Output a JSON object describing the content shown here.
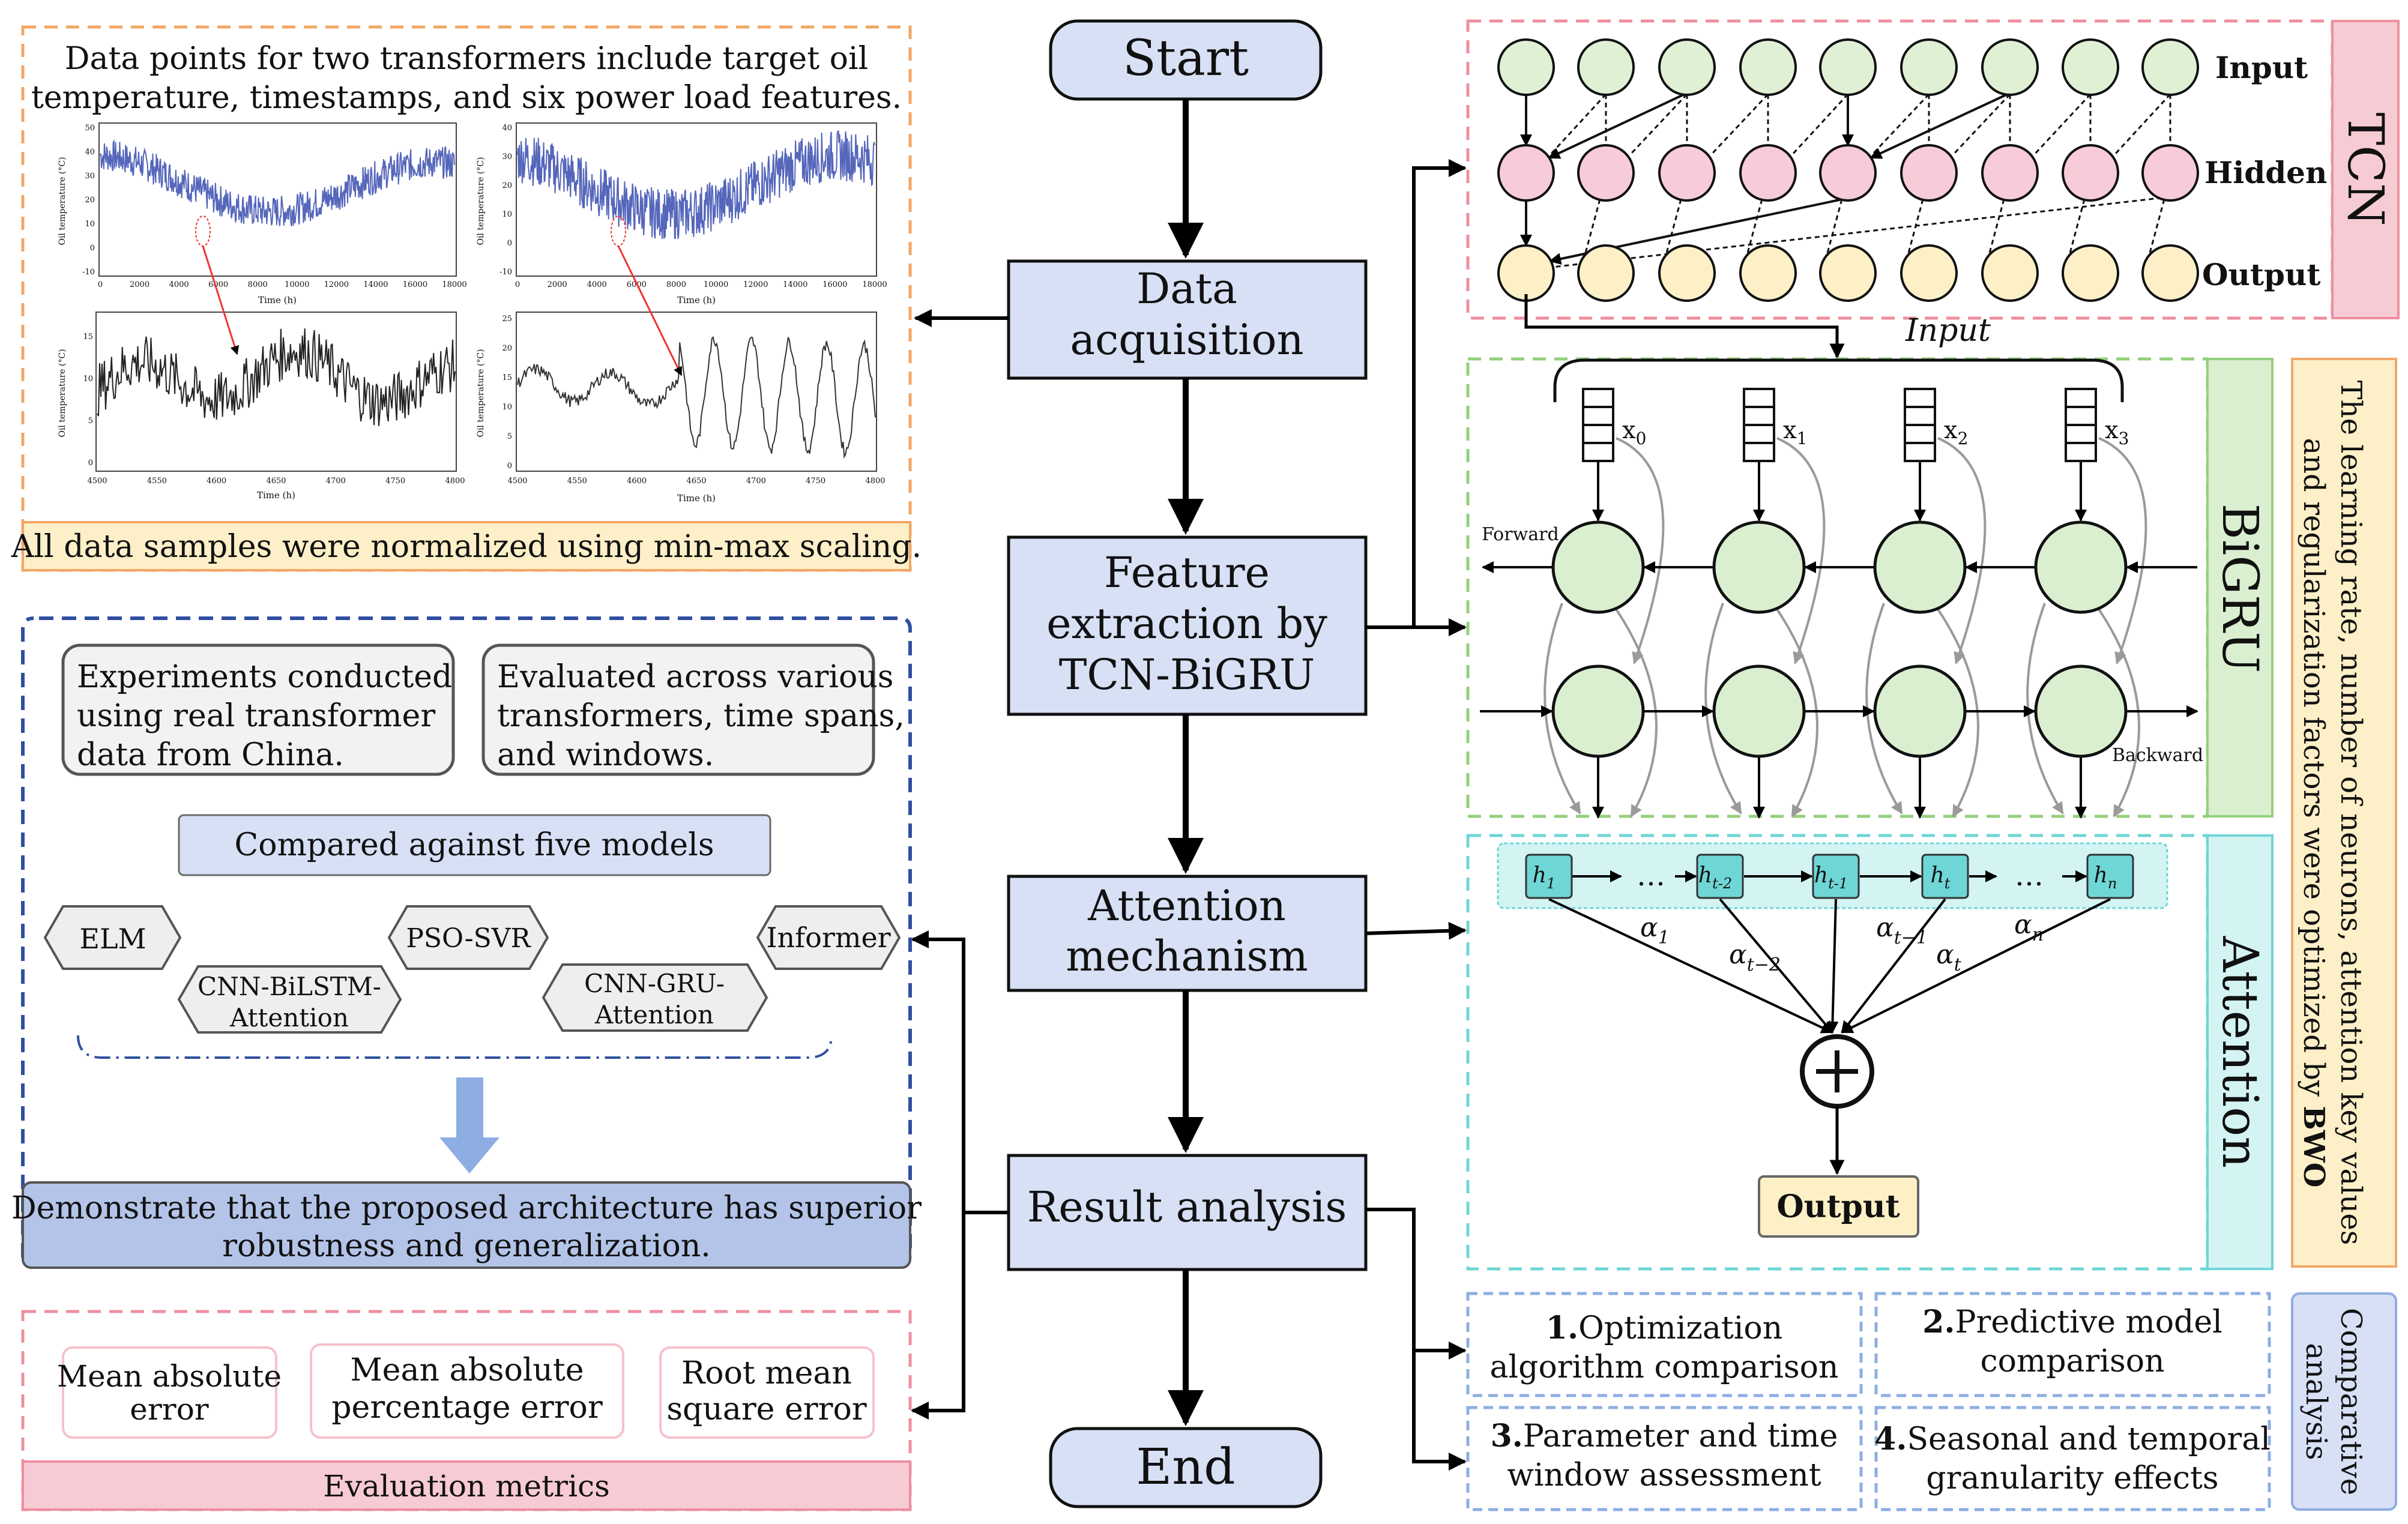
{
  "flow": {
    "start": "Start",
    "data_acq": [
      "Data",
      "acquisition"
    ],
    "feature": [
      "Feature",
      "extraction by",
      "TCN-BiGRU"
    ],
    "attention": [
      "Attention",
      "mechanism"
    ],
    "result": "Result analysis",
    "end": "End"
  },
  "data_panel": {
    "title": [
      "Data points for two transformers include target oil",
      "temperature, timestamps, and six power load features."
    ],
    "normalize": "All data samples were normalized using min-max scaling.",
    "plots": {
      "ylabel": "Oil temperature (°C)",
      "xlabel": "Time (h)",
      "top_xticks": [
        "0",
        "2000",
        "4000",
        "6000",
        "8000",
        "10000",
        "12000",
        "14000",
        "16000",
        "18000"
      ],
      "left_top_yticks": [
        "50",
        "40",
        "30",
        "20",
        "10",
        "0",
        "-10"
      ],
      "right_top_yticks": [
        "40",
        "30",
        "20",
        "10",
        "0",
        "-10"
      ],
      "bottom_xticks": [
        "4500",
        "4550",
        "4600",
        "4650",
        "4700",
        "4750",
        "4800"
      ],
      "left_bottom_yticks": [
        "15",
        "10",
        "5",
        "0"
      ],
      "right_bottom_yticks": [
        "25",
        "20",
        "15",
        "10",
        "5",
        "0"
      ]
    }
  },
  "exp_panel": {
    "box1": [
      "Experiments conducted",
      "using real transformer",
      "data from China."
    ],
    "box2": [
      "Evaluated across various",
      "transformers, time spans,",
      "and windows."
    ],
    "compared": "Compared against five models",
    "models": [
      "ELM",
      "CNN-BiLSTM-",
      "Attention",
      "PSO-SVR",
      "CNN-GRU-",
      "Attention",
      "Informer"
    ],
    "conclusion": [
      "Demonstrate that the proposed architecture has superior",
      "robustness and generalization."
    ]
  },
  "metrics_panel": {
    "m1": [
      "Mean absolute",
      "error"
    ],
    "m2": [
      "Mean absolute",
      "percentage error"
    ],
    "m3": [
      "Root mean",
      "square error"
    ],
    "label": "Evaluation metrics"
  },
  "tcn": {
    "label": "TCN",
    "rows": [
      "Input",
      "Hidden",
      "Output"
    ]
  },
  "bigru": {
    "label": "BiGRU",
    "input": "Input",
    "forward": "Forward",
    "backward": "Backward",
    "x_base": "x",
    "x_subs": [
      "0",
      "1",
      "2",
      "3"
    ]
  },
  "attention_panel": {
    "label": "Attention",
    "h_base": "h",
    "h_subs": [
      "1",
      "t-2",
      "t-1",
      "t",
      "n"
    ],
    "dots": "…",
    "alpha_base": "α",
    "alpha_subs": [
      "1",
      "t−2",
      "t−1",
      "t",
      "n"
    ],
    "output": "Output"
  },
  "bwo_note": [
    "The learning rate, number of neurons, attention key values",
    "and  regularization factors were optimized by ",
    "BWO"
  ],
  "comparative": {
    "label": [
      "Comparative",
      "analysis"
    ],
    "items": [
      {
        "num": "1.",
        "text": [
          "Optimization",
          "algorithm comparison"
        ]
      },
      {
        "num": "2.",
        "text": [
          "Predictive model",
          "comparison"
        ]
      },
      {
        "num": "3.",
        "text": [
          "Parameter and time",
          "window assessment"
        ]
      },
      {
        "num": "4.",
        "text": [
          "Seasonal and temporal",
          "granularity effects"
        ]
      }
    ]
  },
  "colors": {
    "flow_fill": "#d7e0f5",
    "tcn_input": "#dff0d5",
    "tcn_hidden": "#f7cbd7",
    "tcn_output": "#fdf0c6",
    "bigru_node": "#d9efd0",
    "attn_h": "#6fd6d6",
    "conclusion_fill": "#b3c4e8"
  }
}
